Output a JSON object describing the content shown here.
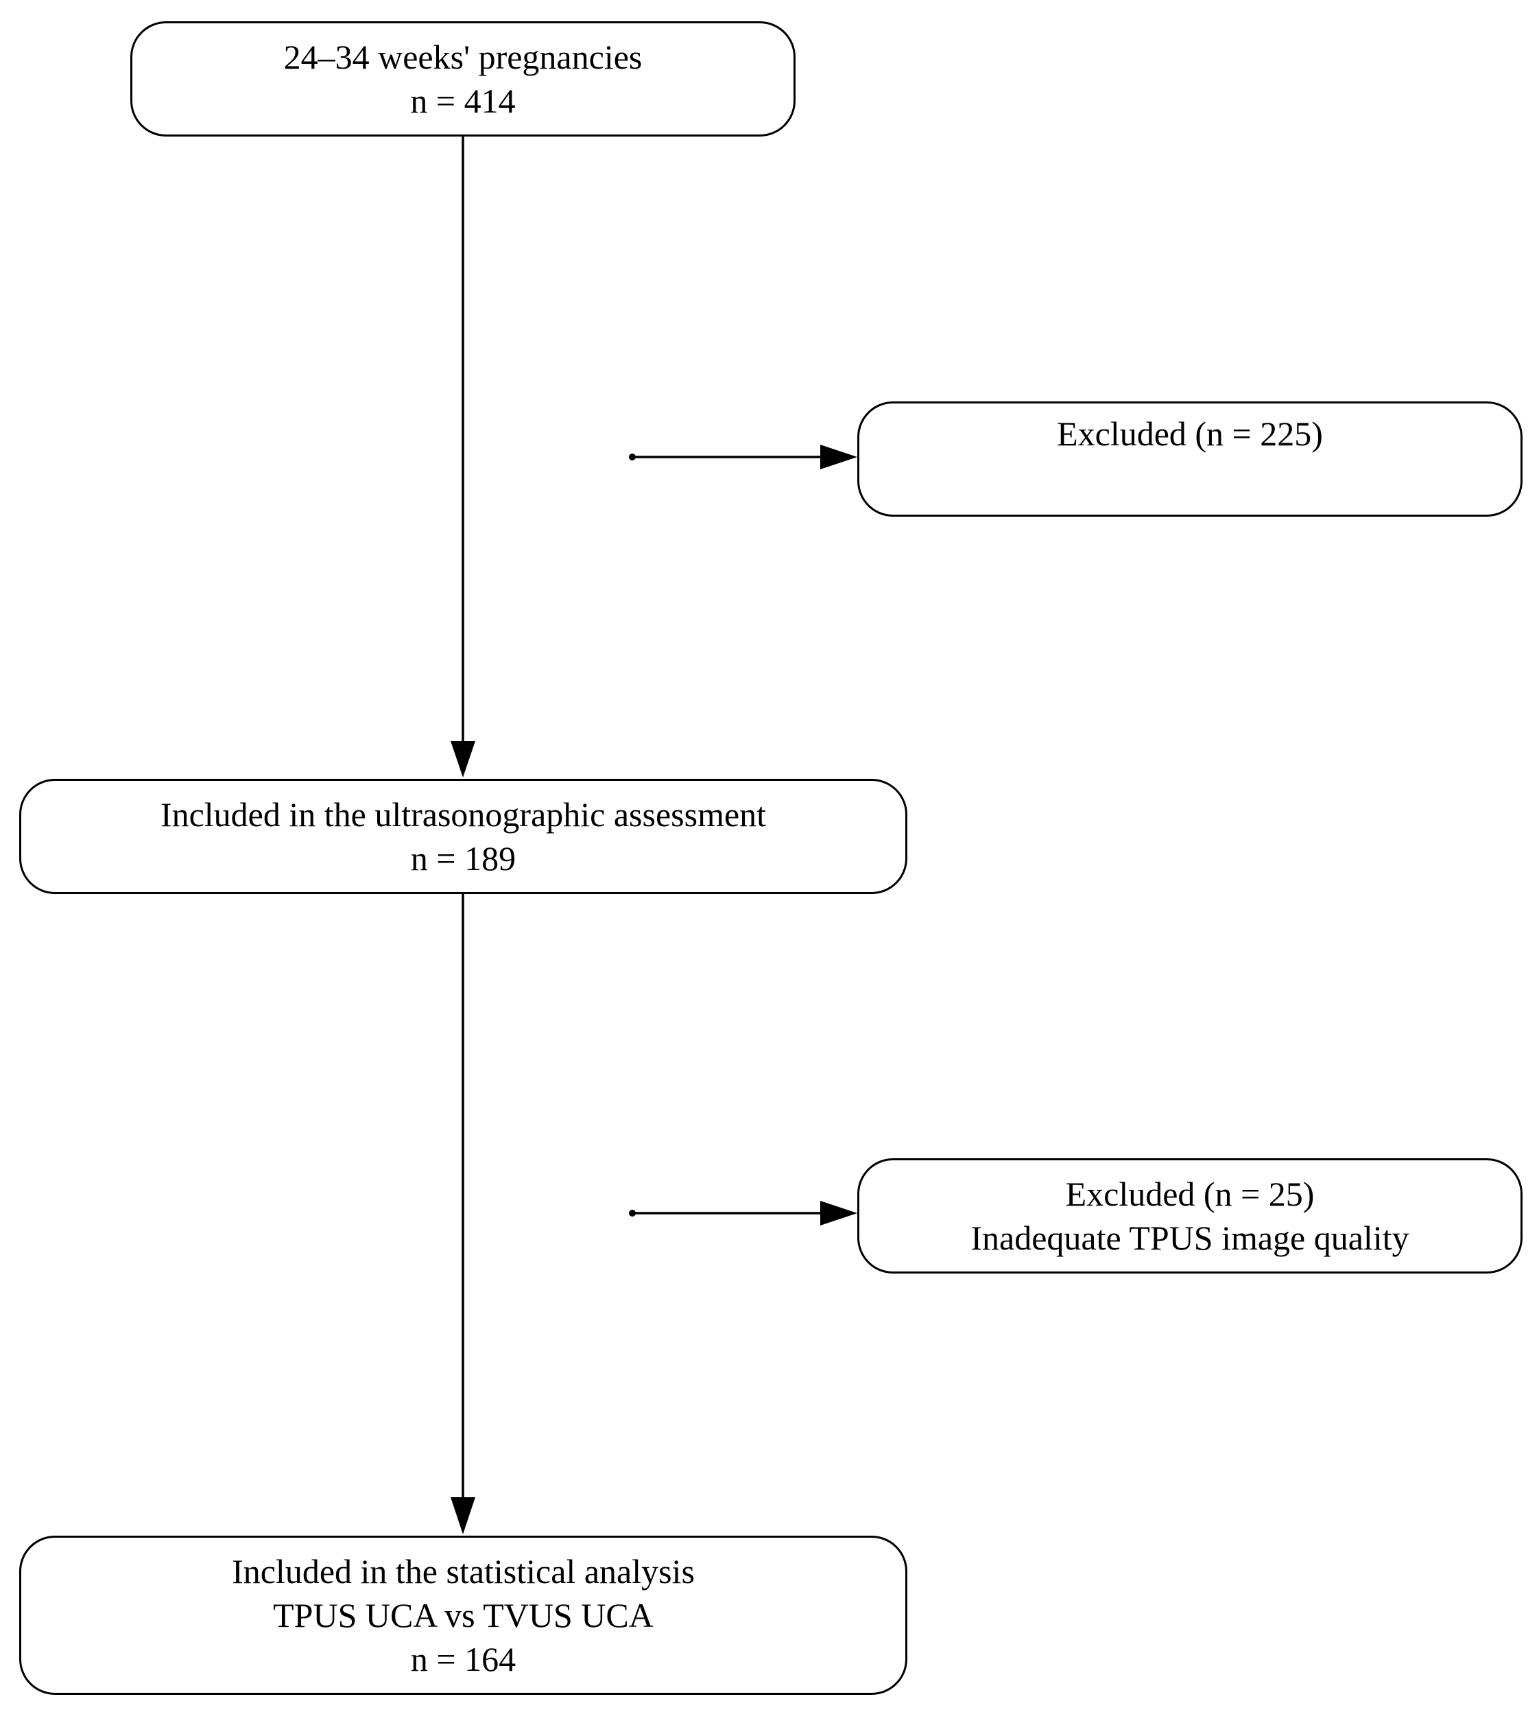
{
  "flowchart": {
    "start": {
      "line1": "24–34 weeks' pregnancies",
      "line2": "n = 414"
    },
    "excluded_1": {
      "line1": "Excluded (n = 225)"
    },
    "assessment": {
      "line1": "Included in the ultrasonographic assessment",
      "line2": "n = 189"
    },
    "excluded_2": {
      "line1": "Excluded (n = 25)",
      "line2": "Inadequate TPUS image quality"
    },
    "analysis": {
      "line1": "Included in the statistical analysis",
      "line2": "TPUS UCA vs TVUS UCA",
      "line3": "n = 164"
    }
  }
}
